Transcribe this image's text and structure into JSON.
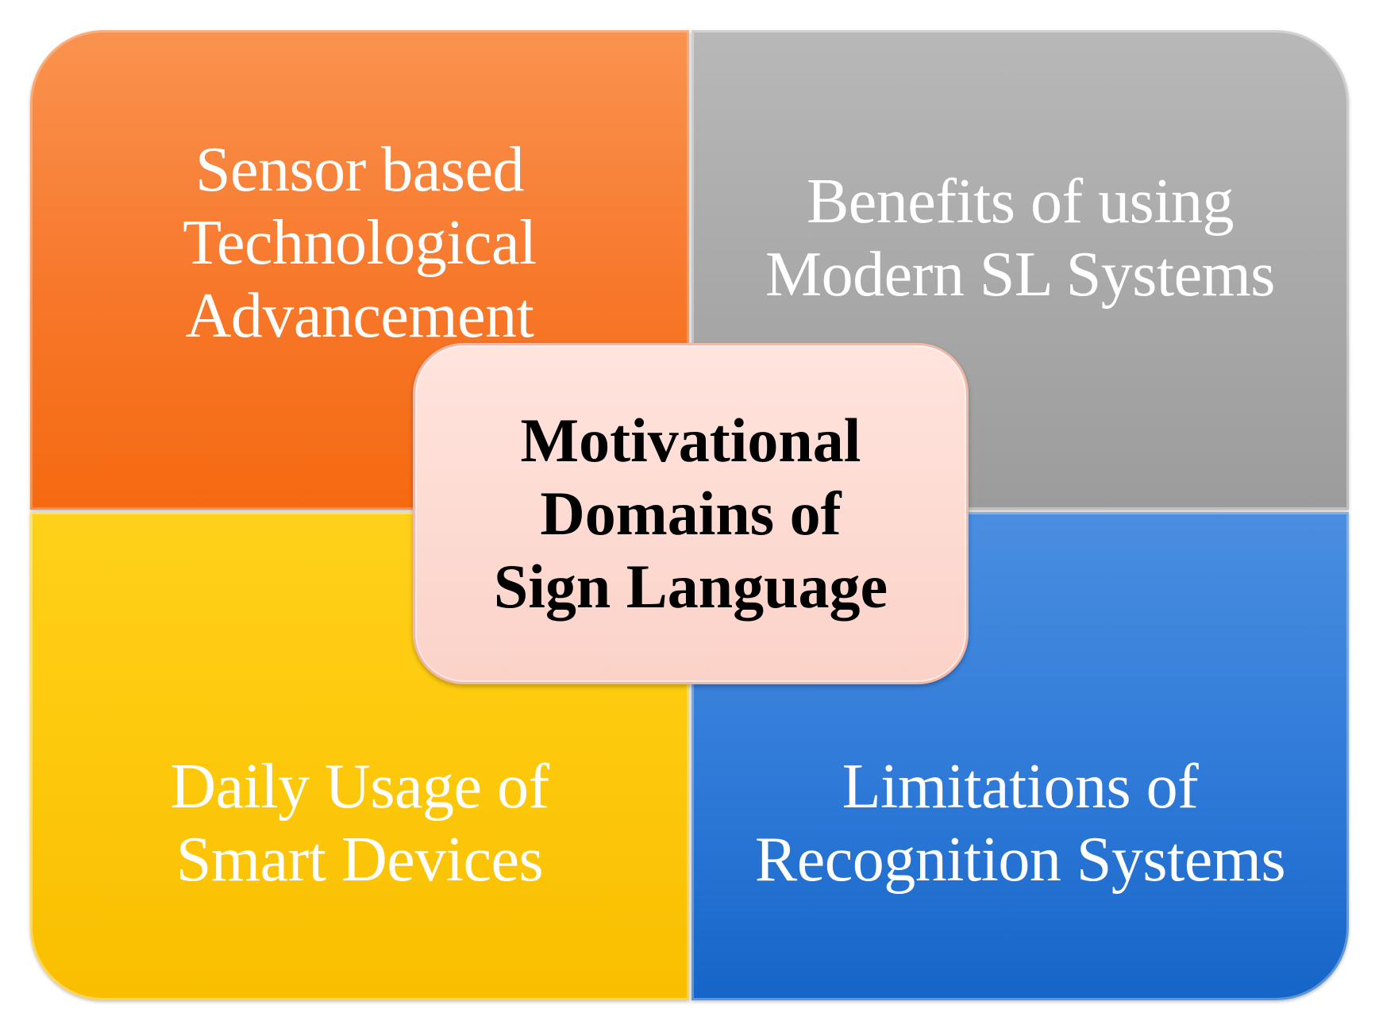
{
  "center": {
    "title": "Motivational\nDomains of\nSign Language",
    "color": "#fbd2c8"
  },
  "quadrants": {
    "top_left": {
      "label": "Sensor based\nTechnological\nAdvancement",
      "color": "#f7772a"
    },
    "top_right": {
      "label": "Benefits of using\nModern SL Systems",
      "color": "#a8a8a8"
    },
    "bottom_left": {
      "label": "Daily Usage of\nSmart Devices",
      "color": "#fdc80a"
    },
    "bottom_right": {
      "label": "Limitations of\nRecognition Systems",
      "color": "#2f7ad8"
    }
  }
}
